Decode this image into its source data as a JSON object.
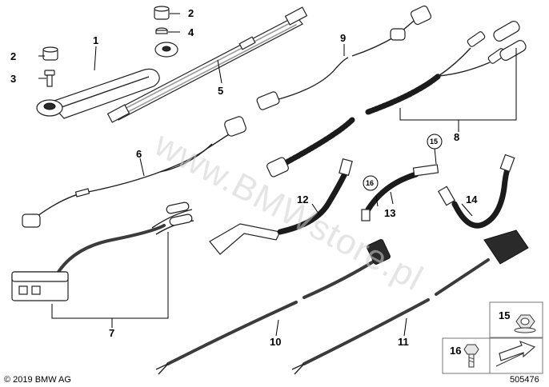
{
  "diagram": {
    "callouts": [
      {
        "id": "c1",
        "label": "1"
      },
      {
        "id": "c2a",
        "label": "2"
      },
      {
        "id": "c2b",
        "label": "2"
      },
      {
        "id": "c3",
        "label": "3"
      },
      {
        "id": "c4",
        "label": "4"
      },
      {
        "id": "c5",
        "label": "5"
      },
      {
        "id": "c6",
        "label": "6"
      },
      {
        "id": "c7",
        "label": "7"
      },
      {
        "id": "c8",
        "label": "8"
      },
      {
        "id": "c9",
        "label": "9"
      },
      {
        "id": "c10",
        "label": "10"
      },
      {
        "id": "c11",
        "label": "11"
      },
      {
        "id": "c12",
        "label": "12"
      },
      {
        "id": "c13",
        "label": "13"
      },
      {
        "id": "c14",
        "label": "14"
      },
      {
        "id": "c15",
        "label": "15"
      },
      {
        "id": "c16",
        "label": "16"
      }
    ],
    "legend": [
      {
        "id": "l15",
        "label": "15",
        "icon": "hex-nut-icon"
      },
      {
        "id": "l16",
        "label": "16",
        "icon": "hex-bolt-icon"
      },
      {
        "id": "l-arrow",
        "label": "",
        "icon": "direction-arrow-icon"
      }
    ],
    "watermark": "www.BMWstore.pl",
    "copyright": "© 2019 BMW AG",
    "document_number": "505476"
  }
}
